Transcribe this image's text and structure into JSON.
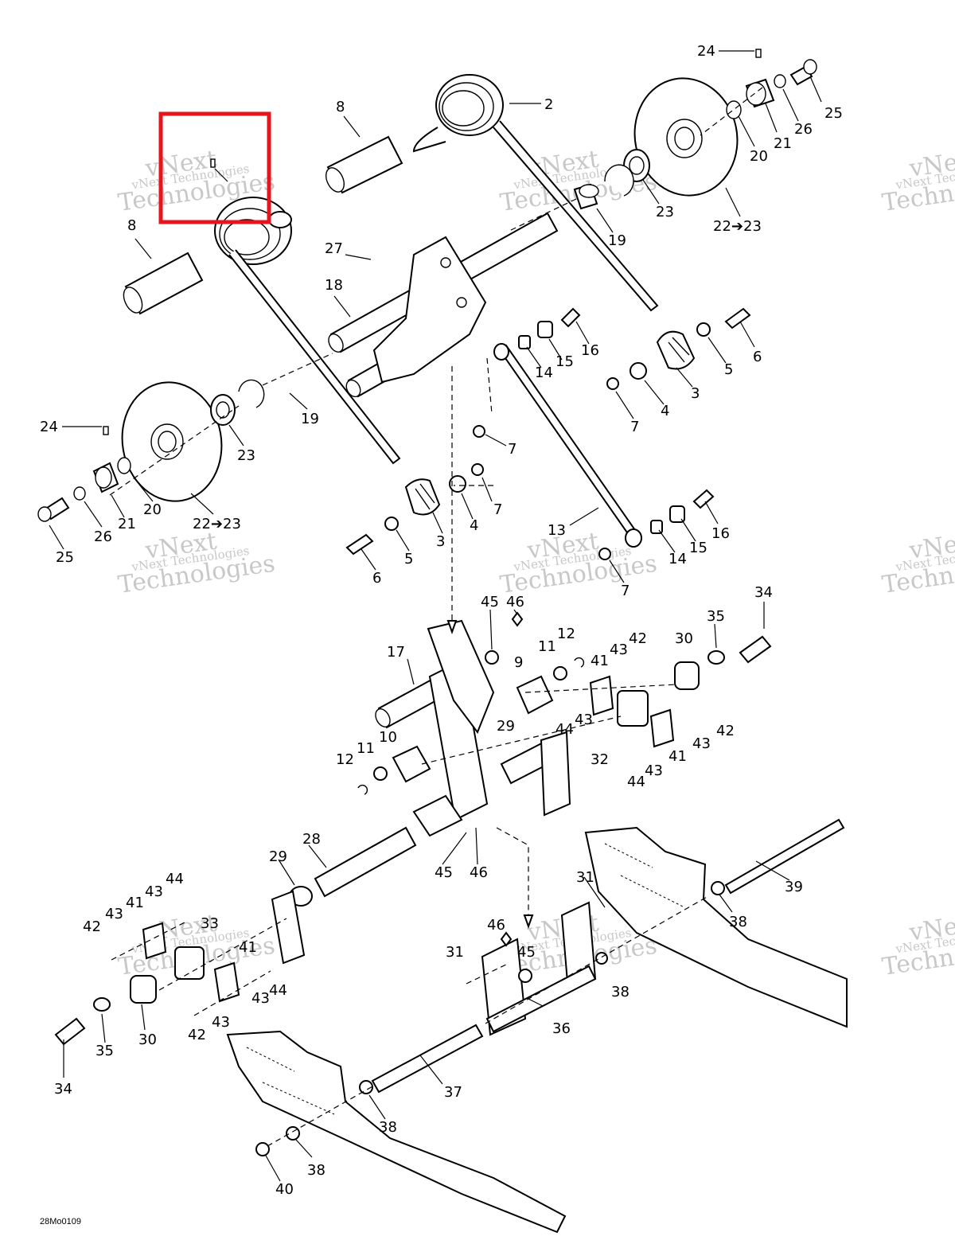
{
  "diagram_code": "28Mo0109",
  "watermark": {
    "line1": "vNext",
    "line2": "Technologies",
    "small": "vNext Technologies"
  },
  "highlight_color": "#e8141b",
  "callouts": [
    {
      "id": "c24a",
      "text": "24"
    },
    {
      "id": "c25a",
      "text": "25"
    },
    {
      "id": "c26a",
      "text": "26"
    },
    {
      "id": "c21a",
      "text": "21"
    },
    {
      "id": "c20a",
      "text": "20"
    },
    {
      "id": "c23a",
      "text": "23"
    },
    {
      "id": "c2223a",
      "text": "22➔23"
    },
    {
      "id": "c2",
      "text": "2"
    },
    {
      "id": "c8a",
      "text": "8"
    },
    {
      "id": "c8b",
      "text": "8"
    },
    {
      "id": "c19a",
      "text": "19"
    },
    {
      "id": "c27",
      "text": "27"
    },
    {
      "id": "c18",
      "text": "18"
    },
    {
      "id": "c16a",
      "text": "16"
    },
    {
      "id": "c15a",
      "text": "15"
    },
    {
      "id": "c14a",
      "text": "14"
    },
    {
      "id": "c6a",
      "text": "6"
    },
    {
      "id": "c5a",
      "text": "5"
    },
    {
      "id": "c3a",
      "text": "3"
    },
    {
      "id": "c4a",
      "text": "4"
    },
    {
      "id": "c7a",
      "text": "7"
    },
    {
      "id": "c7b",
      "text": "7"
    },
    {
      "id": "c19b",
      "text": "19"
    },
    {
      "id": "c23b",
      "text": "23"
    },
    {
      "id": "c24b",
      "text": "24"
    },
    {
      "id": "c20b",
      "text": "20"
    },
    {
      "id": "c21b",
      "text": "21"
    },
    {
      "id": "c26b",
      "text": "26"
    },
    {
      "id": "c25b",
      "text": "25"
    },
    {
      "id": "c2223b",
      "text": "22➔23"
    },
    {
      "id": "c7c",
      "text": "7"
    },
    {
      "id": "c4b",
      "text": "4"
    },
    {
      "id": "c3b",
      "text": "3"
    },
    {
      "id": "c5b",
      "text": "5"
    },
    {
      "id": "c6b",
      "text": "6"
    },
    {
      "id": "c13",
      "text": "13"
    },
    {
      "id": "c16b",
      "text": "16"
    },
    {
      "id": "c15b",
      "text": "15"
    },
    {
      "id": "c14b",
      "text": "14"
    },
    {
      "id": "c7d",
      "text": "7"
    },
    {
      "id": "c45a",
      "text": "45"
    },
    {
      "id": "c46a",
      "text": "46"
    },
    {
      "id": "c34a",
      "text": "34"
    },
    {
      "id": "c35a",
      "text": "35"
    },
    {
      "id": "c30a",
      "text": "30"
    },
    {
      "id": "c42a",
      "text": "42"
    },
    {
      "id": "c43a",
      "text": "43"
    },
    {
      "id": "c41a",
      "text": "41"
    },
    {
      "id": "c12a",
      "text": "12"
    },
    {
      "id": "c11a",
      "text": "11"
    },
    {
      "id": "c9",
      "text": "9"
    },
    {
      "id": "c17",
      "text": "17"
    },
    {
      "id": "c44a",
      "text": "44"
    },
    {
      "id": "c43b",
      "text": "43"
    },
    {
      "id": "c29a",
      "text": "29"
    },
    {
      "id": "c42b",
      "text": "42"
    },
    {
      "id": "c43c",
      "text": "43"
    },
    {
      "id": "c41b",
      "text": "41"
    },
    {
      "id": "c32",
      "text": "32"
    },
    {
      "id": "c43d",
      "text": "43"
    },
    {
      "id": "c44b",
      "text": "44"
    },
    {
      "id": "c10",
      "text": "10"
    },
    {
      "id": "c11b",
      "text": "11"
    },
    {
      "id": "c12b",
      "text": "12"
    },
    {
      "id": "c28",
      "text": "28"
    },
    {
      "id": "c45b",
      "text": "45"
    },
    {
      "id": "c46b",
      "text": "46"
    },
    {
      "id": "c39",
      "text": "39"
    },
    {
      "id": "c31a",
      "text": "31"
    },
    {
      "id": "c38a",
      "text": "38"
    },
    {
      "id": "c29b",
      "text": "29"
    },
    {
      "id": "c44c",
      "text": "44"
    },
    {
      "id": "c43e",
      "text": "43"
    },
    {
      "id": "c41c",
      "text": "41"
    },
    {
      "id": "c43f",
      "text": "43"
    },
    {
      "id": "c42c",
      "text": "42"
    },
    {
      "id": "c33",
      "text": "33"
    },
    {
      "id": "c41d",
      "text": "41"
    },
    {
      "id": "c44d",
      "text": "44"
    },
    {
      "id": "c43g",
      "text": "43"
    },
    {
      "id": "c43h",
      "text": "43"
    },
    {
      "id": "c42d",
      "text": "42"
    },
    {
      "id": "c35b",
      "text": "35"
    },
    {
      "id": "c30b",
      "text": "30"
    },
    {
      "id": "c34b",
      "text": "34"
    },
    {
      "id": "c46c",
      "text": "46"
    },
    {
      "id": "c45c",
      "text": "45"
    },
    {
      "id": "c31b",
      "text": "31"
    },
    {
      "id": "c38b",
      "text": "38"
    },
    {
      "id": "c36",
      "text": "36"
    },
    {
      "id": "c37",
      "text": "37"
    },
    {
      "id": "c38c",
      "text": "38"
    },
    {
      "id": "c38d",
      "text": "38"
    },
    {
      "id": "c40",
      "text": "40"
    }
  ]
}
